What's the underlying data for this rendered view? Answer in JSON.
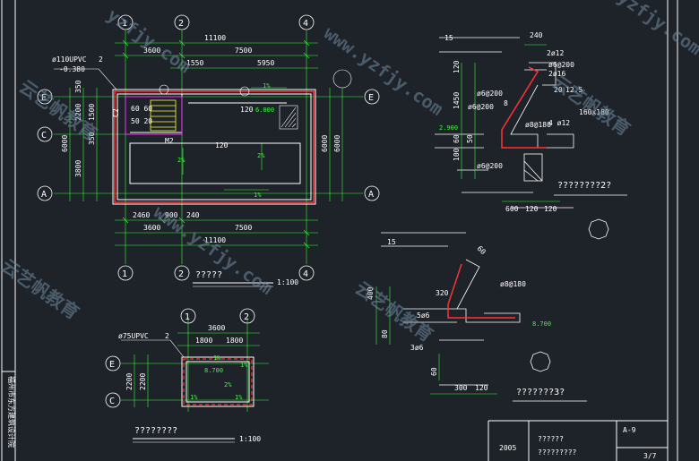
{
  "colors": {
    "background": "#1e2229",
    "line_white": "#ffffff",
    "line_green": "#33ff33",
    "line_red": "#ff3333",
    "line_magenta": "#ff33ff",
    "line_yellow": "#ffff33",
    "line_cyan": "#33ffff",
    "watermark": "#6f8aa0"
  },
  "plan1": {
    "axis_top": [
      "1",
      "2",
      "4"
    ],
    "axis_bottom": [
      "1",
      "2",
      "4"
    ],
    "axis_left": [
      "E",
      "C",
      "A"
    ],
    "axis_right": [
      "E",
      "A"
    ],
    "dim_total_top": "11100",
    "dim_top_a": "3600",
    "dim_top_b": "7500",
    "dim_top_c": "1550",
    "dim_top_d": "5950",
    "pipe_label": "ø110UPVC",
    "pipe_count": "2",
    "pipe_elev": "-0.380",
    "left_dims": [
      "350",
      "2200",
      "1500",
      "350",
      "6000",
      "3800"
    ],
    "right_dims": [
      "6000",
      "6000"
    ],
    "bot_a": "2460",
    "bot_b": "900",
    "bot_c": "240",
    "bot_total_a": "3600",
    "bot_total_b": "7500",
    "bot_total": "11100",
    "label_120_top": "120",
    "label_120_mid": "120",
    "label_c2": "C2",
    "label_6060": "60 60",
    "label_5020": "50 20",
    "label_m2": "M2",
    "slope_1": "1%",
    "slope_2": "2%",
    "slope_3": "2%",
    "slope_4": "1%",
    "elev": "6.000",
    "title": "?????",
    "scale": "1:100"
  },
  "plan2": {
    "axis_top": [
      "1",
      "2"
    ],
    "axis_left": [
      "E",
      "C"
    ],
    "dim_total": "3600",
    "dim_a": "1800",
    "dim_b": "1800",
    "pipe_label": "ø75UPVC",
    "pipe_count": "2",
    "left_dims": [
      "2200",
      "2200"
    ],
    "elev": "8.700",
    "slope_a": "1%",
    "slope_b": "1%",
    "slope_c": "2%",
    "slope_d": "1%",
    "slope_e": "1%",
    "title": "????????",
    "scale": "1:100"
  },
  "detail1": {
    "label_15": "15",
    "label_240": "240",
    "bars": [
      "2ø12",
      "ø6@200",
      "2ø16",
      "ø6@200",
      "ø6@200",
      "ø8@180",
      "ø6@200"
    ],
    "label_20": "20",
    "label_125": "12.5",
    "label_beam": "160x180",
    "label_4012": "4 ø12",
    "left_dims": [
      "120",
      "1450",
      "60",
      "50",
      "100"
    ],
    "label_2900": "2.900",
    "label_8": "8",
    "bot_dims": [
      "600",
      "120",
      "120"
    ],
    "title": "????????2?"
  },
  "detail2": {
    "label_15": "15",
    "label_60": "60",
    "label_320": "320",
    "label_400": "400",
    "label_bar": "ø8@180",
    "label_506": "5ø6",
    "label_306": "3ø6",
    "label_80": "80",
    "label_60b": "60",
    "elev": "8.700",
    "bot_300": "300",
    "bot_120": "120",
    "title": "???????3?"
  },
  "left_strip": "福州市东方建筑设计院",
  "title_block": {
    "sheet_no": "A-9",
    "year": "2005",
    "name_1": "??????",
    "name_2": "?????????",
    "page": "3/7"
  },
  "watermarks": [
    "yzfjy.com",
    "www.yzfjy.com",
    "www.yzfjy.com",
    "yzfjy.com",
    "云艺帆教育",
    "云艺帆教育",
    "云艺帆教育",
    "云艺帆教育"
  ]
}
